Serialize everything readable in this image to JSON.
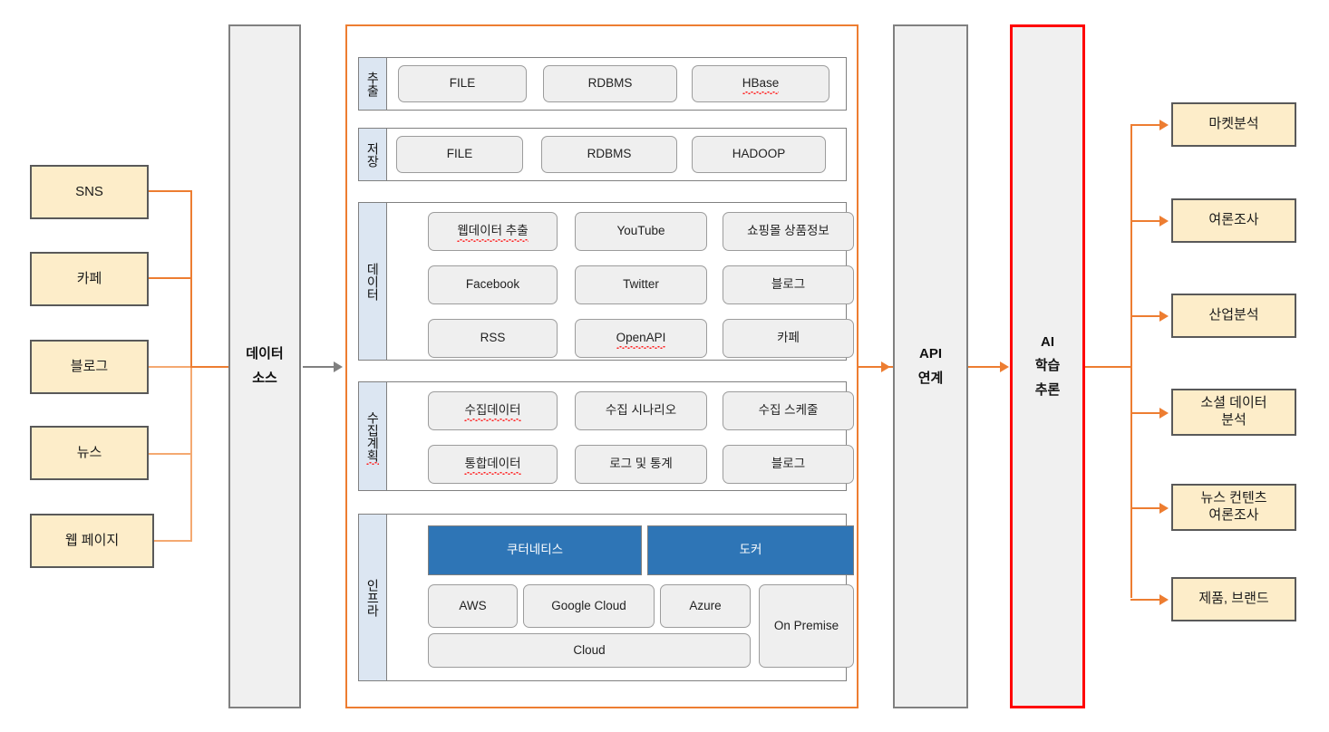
{
  "diagram": {
    "title": "Big Data Collection & AI Analysis Architecture",
    "colors": {
      "source_fill": "#FDEDC9",
      "source_border": "#595959",
      "column_fill": "#F0F0F0",
      "column_border": "#808080",
      "frame_orange": "#ED7D31",
      "band_label_fill": "#DCE6F2",
      "chip_fill": "#EFEFEF",
      "chip_border": "#9C9C9C",
      "infra_blue": "#2E75B6",
      "ai_border_red": "#FF0000",
      "connector_orange": "#ED7D31",
      "connector_gray": "#808080"
    }
  },
  "sources": {
    "items": [
      {
        "label": "SNS"
      },
      {
        "label": "카페"
      },
      {
        "label": "블로그"
      },
      {
        "label": "뉴스"
      },
      {
        "label": "웹 페이지"
      }
    ]
  },
  "datasource_column": {
    "line1": "데이터",
    "line2": "소스"
  },
  "platform": {
    "bands": [
      {
        "name": "extract",
        "label": "추출",
        "chips": [
          {
            "label": "FILE",
            "misspelled": false
          },
          {
            "label": "RDBMS",
            "misspelled": false
          },
          {
            "label": "HBase",
            "misspelled": true
          }
        ]
      },
      {
        "name": "storage",
        "label": "저장",
        "chips": [
          {
            "label": "FILE",
            "misspelled": false
          },
          {
            "label": "RDBMS",
            "misspelled": false
          },
          {
            "label": "HADOOP",
            "misspelled": false
          }
        ]
      },
      {
        "name": "data",
        "label": "데이터",
        "chips": [
          {
            "label": "웹데이터 추출",
            "misspelled": true
          },
          {
            "label": "YouTube",
            "misspelled": false
          },
          {
            "label": "쇼핑몰 상품정보",
            "misspelled": false
          },
          {
            "label": "Facebook",
            "misspelled": false
          },
          {
            "label": "Twitter",
            "misspelled": false
          },
          {
            "label": "블로그",
            "misspelled": false
          },
          {
            "label": "RSS",
            "misspelled": false
          },
          {
            "label": "OpenAPI",
            "misspelled": true
          },
          {
            "label": "카페",
            "misspelled": false
          }
        ]
      },
      {
        "name": "collection-plan",
        "label": "수집계획",
        "label_misspelled": true,
        "chips": [
          {
            "label": "수집데이터",
            "misspelled": true
          },
          {
            "label": "수집 시나리오",
            "misspelled": false
          },
          {
            "label": "수집 스케줄",
            "misspelled": false
          },
          {
            "label": "통합데이터",
            "misspelled": true
          },
          {
            "label": "로그 및 통계",
            "misspelled": false
          },
          {
            "label": "블로그",
            "misspelled": false
          }
        ]
      },
      {
        "name": "infra",
        "label": "인프라",
        "chips": [
          {
            "label": "쿠터네티스",
            "style": "blue"
          },
          {
            "label": "도커",
            "style": "blue"
          },
          {
            "label": "AWS"
          },
          {
            "label": "Google Cloud"
          },
          {
            "label": "Azure"
          },
          {
            "label": "On Premise"
          },
          {
            "label": "Cloud"
          }
        ]
      }
    ]
  },
  "api_column": {
    "line1": "API",
    "line2": "연계"
  },
  "ai_column": {
    "line1": "AI",
    "line2": "학습",
    "line3": "추론"
  },
  "outputs": {
    "items": [
      {
        "label": "마켓분석"
      },
      {
        "label": "여론조사"
      },
      {
        "label": "산업분석"
      },
      {
        "label": "소셜 데이터\n분석",
        "line1": "소셜 데이터",
        "line2": "분석"
      },
      {
        "label": "뉴스 컨텐츠\n여론조사",
        "line1": "뉴스 컨텐츠",
        "line2": "여론조사"
      },
      {
        "label": "제품, 브랜드"
      }
    ]
  }
}
